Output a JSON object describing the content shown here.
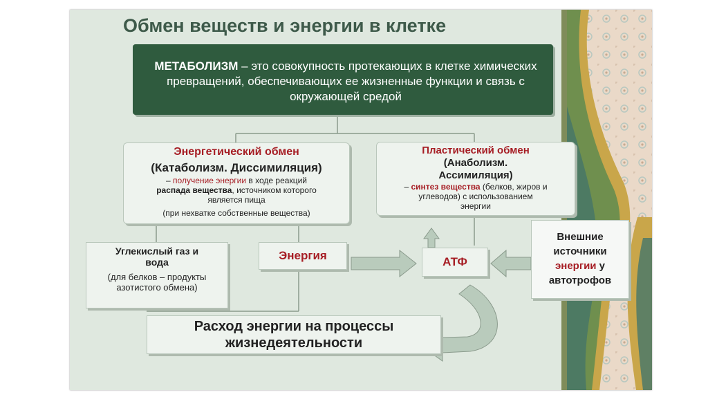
{
  "title": "Обмен веществ и энергии в клетке",
  "metabolism": {
    "term": "МЕТАБОЛИЗМ",
    "definition": " – это совокупность протекающих в клетке химических превращений, обеспечивающих ее жизненные функции и связь с окружающей средой"
  },
  "energy_exchange": {
    "heading": "Энергетический обмен",
    "subheading": "(Катаболизм. Диссимиляция)",
    "desc_dash": "– ",
    "desc_red": "получение энергии",
    "desc_mid": " в ходе реакций ",
    "desc_bold": "распада вещества",
    "desc_end": ", источником которого является пища",
    "note": "(при нехватке собственные вещества)"
  },
  "plastic_exchange": {
    "heading": "Пластический обмен",
    "subheading": "(Анаболизм. Ассимиляция)",
    "desc_dash": " – ",
    "desc_red": "синтез вещества",
    "desc_end": " (белков, жиров и углеводов) с использованием энергии"
  },
  "products": {
    "heading": "Углекислый газ и вода",
    "note": "(для белков – продукты азотистого обмена)"
  },
  "energy_label": "Энергия",
  "atp_label": "АТФ",
  "external": {
    "line1": "Внешние источники",
    "red": "энергии",
    "end": " у автотрофов"
  },
  "expense": "Расход энергии на процессы жизнедеятельности",
  "colors": {
    "dark_green": "#2f5b3e",
    "box_fill": "#eef3ee",
    "accent_red": "#a61d24",
    "arrow_fill": "#b9cbbc",
    "slide_bg": "#dfe8df"
  }
}
